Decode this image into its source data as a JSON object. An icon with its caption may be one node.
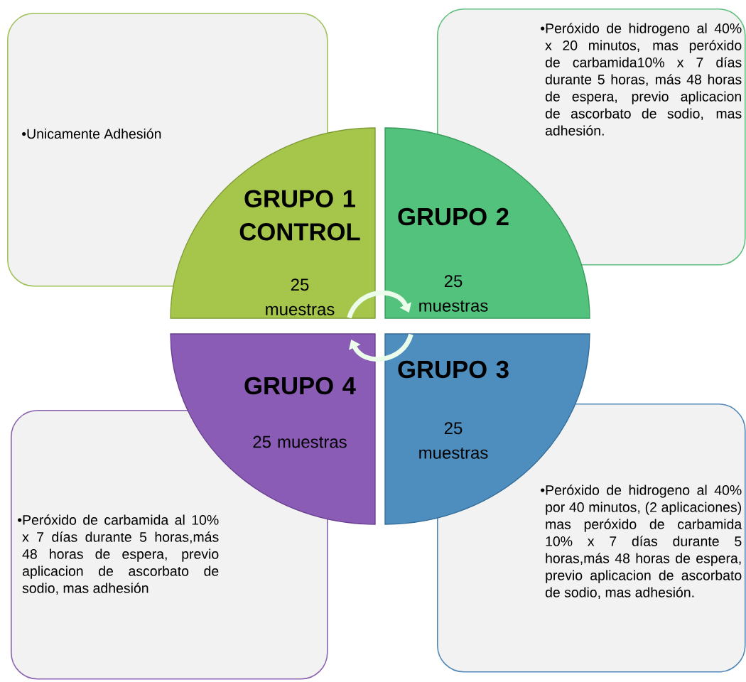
{
  "diagram": {
    "nodes": [
      {
        "text": [
          "•Unicamente Adhesión"
        ]
      },
      {
        "text": [
          "•Peróxido de hidrogeno al 40% x 20 minutos, mas peróxido de carbamida10% x 7 días durante 5 horas, más 48 horas de espera, previo aplicacion de ascorbato de sodio, mas adhesión."
        ]
      },
      {
        "text": [
          "GRUPO 1 CONTROL",
          "25 muestras"
        ]
      },
      {
        "text": [
          "GRUPO 2",
          "25 muestras"
        ]
      },
      {
        "text": [
          "GRUPO 3",
          "25 muestras"
        ]
      },
      {
        "text": [
          "GRUPO 4",
          "25 muestras"
        ]
      },
      {
        "text": [
          "•Peróxido de carbamida al 10% x 7 días durante 5 horas,más 48 horas de espera, previo aplicacion de ascorbato de sodio, mas adhesión"
        ]
      },
      {
        "text": [
          "•Peróxido de hidrogeno al 40% por 40 minutos, (2 aplicaciones) mas peróxido de carbamida 10% x 7 días durante 5 horas,más 48 horas de espera, previo aplicacion de ascorbato de sodio, mas adhesión."
        ]
      }
    ],
    "edges": [
      {
        "from": 2,
        "to": 3,
        "arrow": "to"
      },
      {
        "from": 4,
        "to": 5,
        "arrow": "to"
      }
    ]
  }
}
